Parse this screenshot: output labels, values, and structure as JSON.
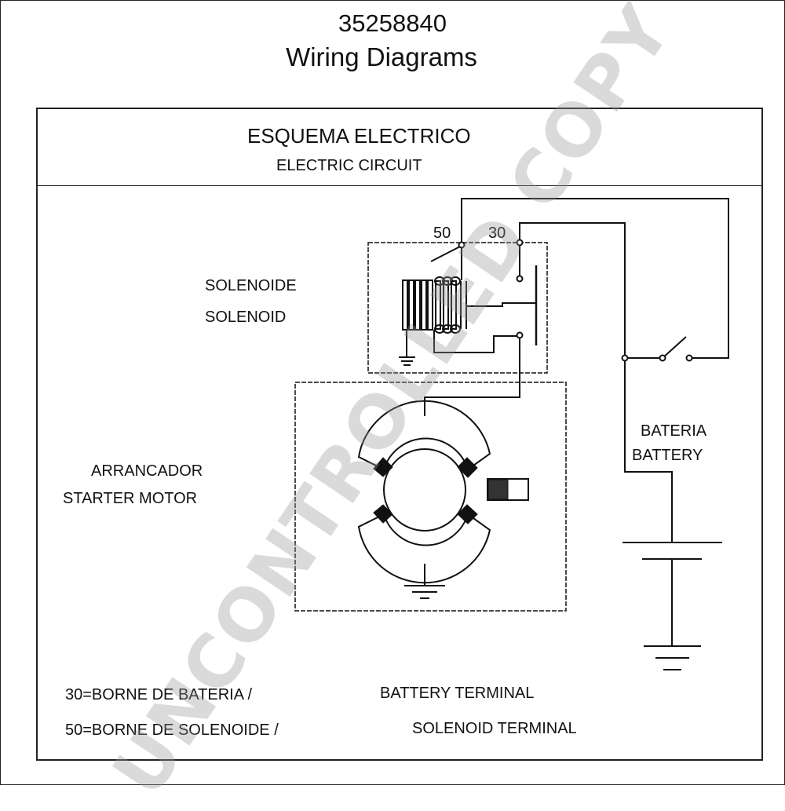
{
  "document": {
    "number": "35258840",
    "title": "Wiring Diagrams"
  },
  "header": {
    "title_es": "ESQUEMA ELECTRICO",
    "title_en": "ELECTRIC CIRCUIT"
  },
  "components": {
    "solenoid_es": "SOLENOIDE",
    "solenoid_en": "SOLENOID",
    "starter_es": "ARRANCADOR",
    "starter_en": "STARTER MOTOR",
    "battery_es": "BATERIA",
    "battery_en": "BATTERY"
  },
  "terminals": {
    "t50": "50",
    "t30": "30"
  },
  "legend": {
    "line1_es": "30=BORNE DE BATERIA /",
    "line1_en": "BATTERY TERMINAL",
    "line2_es": "50=BORNE DE SOLENOIDE /",
    "line2_en": "SOLENOID TERMINAL"
  },
  "watermark": "UNCONTROLLED COPY"
}
